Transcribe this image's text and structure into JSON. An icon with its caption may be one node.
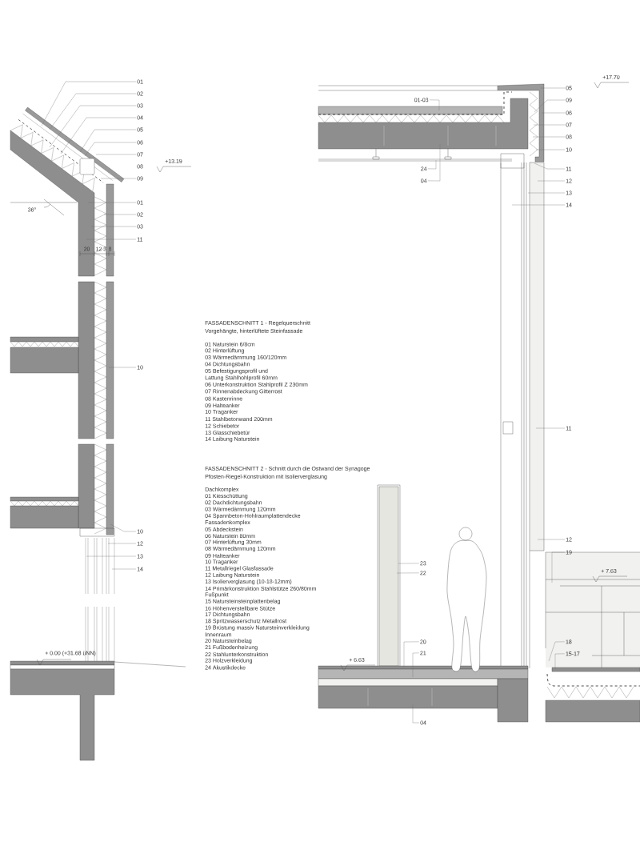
{
  "diagram": {
    "nodes": [
      {
        "text": [
          "01"
        ]
      },
      {
        "text": [
          "02"
        ]
      },
      {
        "text": [
          "03"
        ]
      },
      {
        "text": [
          "04"
        ]
      },
      {
        "text": [
          "05"
        ]
      },
      {
        "text": [
          "06"
        ]
      },
      {
        "text": [
          "07"
        ]
      },
      {
        "text": [
          "08"
        ]
      },
      {
        "text": [
          "09"
        ]
      },
      {
        "text": [
          "01"
        ]
      },
      {
        "text": [
          "02"
        ]
      },
      {
        "text": [
          "03"
        ]
      },
      {
        "text": [
          "11"
        ]
      },
      {
        "text": [
          "10"
        ]
      },
      {
        "text": [
          "10"
        ]
      },
      {
        "text": [
          "12"
        ]
      },
      {
        "text": [
          "13"
        ]
      },
      {
        "text": [
          "14"
        ]
      },
      {
        "text": [
          "01-03"
        ],
        "in": 42
      },
      {
        "text": [
          "24"
        ],
        "in": 42
      },
      {
        "text": [
          "04"
        ],
        "in": 42
      },
      {
        "text": [
          "05"
        ]
      },
      {
        "text": [
          "09"
        ]
      },
      {
        "text": [
          "06"
        ]
      },
      {
        "text": [
          "07"
        ]
      },
      {
        "text": [
          "08"
        ]
      },
      {
        "text": [
          "10"
        ]
      },
      {
        "text": [
          "11"
        ]
      },
      {
        "text": [
          "12"
        ]
      },
      {
        "text": [
          "13"
        ]
      },
      {
        "text": [
          "14"
        ]
      },
      {
        "text": [
          "11"
        ]
      },
      {
        "text": [
          "23"
        ],
        "in": 42
      },
      {
        "text": [
          "22"
        ],
        "in": 42
      },
      {
        "text": [
          "12"
        ]
      },
      {
        "text": [
          "19"
        ]
      },
      {
        "text": [
          "20"
        ],
        "in": 42
      },
      {
        "text": [
          "21"
        ],
        "in": 42
      },
      {
        "text": [
          "18"
        ],
        "in": 43
      },
      {
        "text": [
          "15-17"
        ],
        "in": 43
      },
      {
        "text": [
          "04"
        ]
      },
      {
        "text": [],
        "shape": "picture"
      },
      {
        "text": [],
        "shape": "picture"
      },
      {
        "text": [],
        "shape": "picture"
      }
    ],
    "edges": [
      {
        "from": 0,
        "to": 41,
        "arrow": "none"
      },
      {
        "from": 1,
        "to": 41,
        "arrow": "none"
      },
      {
        "from": 2,
        "to": 41,
        "arrow": "none"
      },
      {
        "from": 3,
        "to": 41,
        "arrow": "none"
      },
      {
        "from": 4,
        "to": 41,
        "arrow": "none"
      },
      {
        "from": 5,
        "to": 41,
        "arrow": "none"
      },
      {
        "from": 6,
        "to": 41,
        "arrow": "none"
      },
      {
        "from": 8,
        "to": 41,
        "arrow": "none"
      },
      {
        "from": 9,
        "to": 41,
        "arrow": "none"
      },
      {
        "from": 10,
        "to": 41,
        "arrow": "none"
      },
      {
        "from": 11,
        "to": 41,
        "arrow": "none"
      },
      {
        "from": 12,
        "to": 41,
        "arrow": "none"
      },
      {
        "from": 13,
        "to": 41,
        "arrow": "none"
      },
      {
        "from": 14,
        "to": 41,
        "arrow": "none"
      },
      {
        "from": 15,
        "to": 41,
        "arrow": "none"
      },
      {
        "from": 16,
        "to": 41,
        "arrow": "none"
      },
      {
        "from": 17,
        "to": 41,
        "arrow": "none"
      },
      {
        "from": 18,
        "to": 42,
        "arrow": "none"
      },
      {
        "from": 19,
        "to": 42,
        "arrow": "none"
      },
      {
        "from": 20,
        "to": 42,
        "arrow": "none"
      },
      {
        "from": 21,
        "to": 42,
        "arrow": "none"
      },
      {
        "from": 22,
        "to": 42,
        "arrow": "none"
      },
      {
        "from": 23,
        "to": 42,
        "arrow": "none"
      },
      {
        "from": 24,
        "to": 42,
        "arrow": "none"
      },
      {
        "from": 25,
        "to": 42,
        "arrow": "none"
      },
      {
        "from": 26,
        "to": 42,
        "arrow": "none"
      },
      {
        "from": 27,
        "to": 42,
        "arrow": "none"
      },
      {
        "from": 28,
        "to": 42,
        "arrow": "none"
      },
      {
        "from": 29,
        "to": 42,
        "arrow": "none"
      },
      {
        "from": 30,
        "to": 42,
        "arrow": "none"
      },
      {
        "from": 31,
        "to": 42,
        "arrow": "none"
      },
      {
        "from": 32,
        "to": 42,
        "arrow": "none"
      },
      {
        "from": 33,
        "to": 42,
        "arrow": "none"
      },
      {
        "from": 34,
        "to": 42,
        "arrow": "none"
      },
      {
        "from": 35,
        "to": 43,
        "arrow": "none"
      },
      {
        "from": 36,
        "to": 42,
        "arrow": "none"
      },
      {
        "from": 37,
        "to": 42,
        "arrow": "none"
      },
      {
        "from": 38,
        "to": 43,
        "arrow": "none"
      },
      {
        "from": 39,
        "to": 43,
        "arrow": "none"
      },
      {
        "from": 40,
        "to": 42,
        "arrow": "none"
      }
    ],
    "labels": [
      "+13.19",
      "36°",
      "20",
      "12",
      "3",
      "8",
      "+17.70",
      "FASSADENSCHNITT 1 - Regelquerschnitt",
      "Vorgehängte, hinterlüftete Steinfassade",
      "01 Naturstein 6/8cm",
      "02 Hinterlüftung",
      "03 Wärmedämmung 160/120mm",
      "04 Dichtungsbahn",
      "05 Befestigungsprofil und",
      "Lattung Stahlhohlprofil 60mm",
      "06 Unterkonstruktion Stahlprofil Z 230mm",
      "07 Rinnenabdeckung Gitterrost",
      "08 Kastenrinne",
      "09 Halteanker",
      "10 Traganker",
      "11 Stahlbetonwand 200mm",
      "12 Schiebetor",
      "13 Glasschiebetür",
      "14 Laibung Naturstein",
      "FASSADENSCHNITT 2 - Schnitt durch die Ostwand der Synagoge",
      "Pfosten-Riegel-Konstruktion mit Isolierverglasung",
      "Dachkomplex",
      "01 Kiesschüttung",
      "02 Dachdichtungsbahn",
      "03 Wärmedämmung 120mm",
      "04 Spannbeton-Hohlraumplattendecke",
      "Fassadenkomplex",
      "05 Abdeckstein",
      "06 Naturstein 80mm",
      "07 Hinterlüftung 30mm",
      "08 Wärmedämmung 120mm",
      "09 Halteanker",
      "10 Traganker",
      "11 Metallriegel Glasfassade",
      "12 Laibung Naturstein",
      "13 Isolierverglasung (10-18-12mm)",
      "14 Primärkonstruktion Stahlstütze 260/80mm",
      "Fußpunkt",
      "15 Natursteinsteinplattenbelag",
      "16 Höhenverstellbare Stütze",
      "17 Dichtungsbahn",
      "18 Spritzwasserschutz Metallrost",
      "19 Brüstung massiv Natursteinverkleidung",
      "Innenraum",
      "20 Natursteinbelag",
      "21 Fußbodenheizung",
      "22 Stahlunterkonstruktion",
      "23 Holzverkleidung",
      "24 Akustikdecke",
      "+ 7.63",
      "+ 0.00 (+31.68 üNN)",
      "+ 6.63"
    ]
  }
}
